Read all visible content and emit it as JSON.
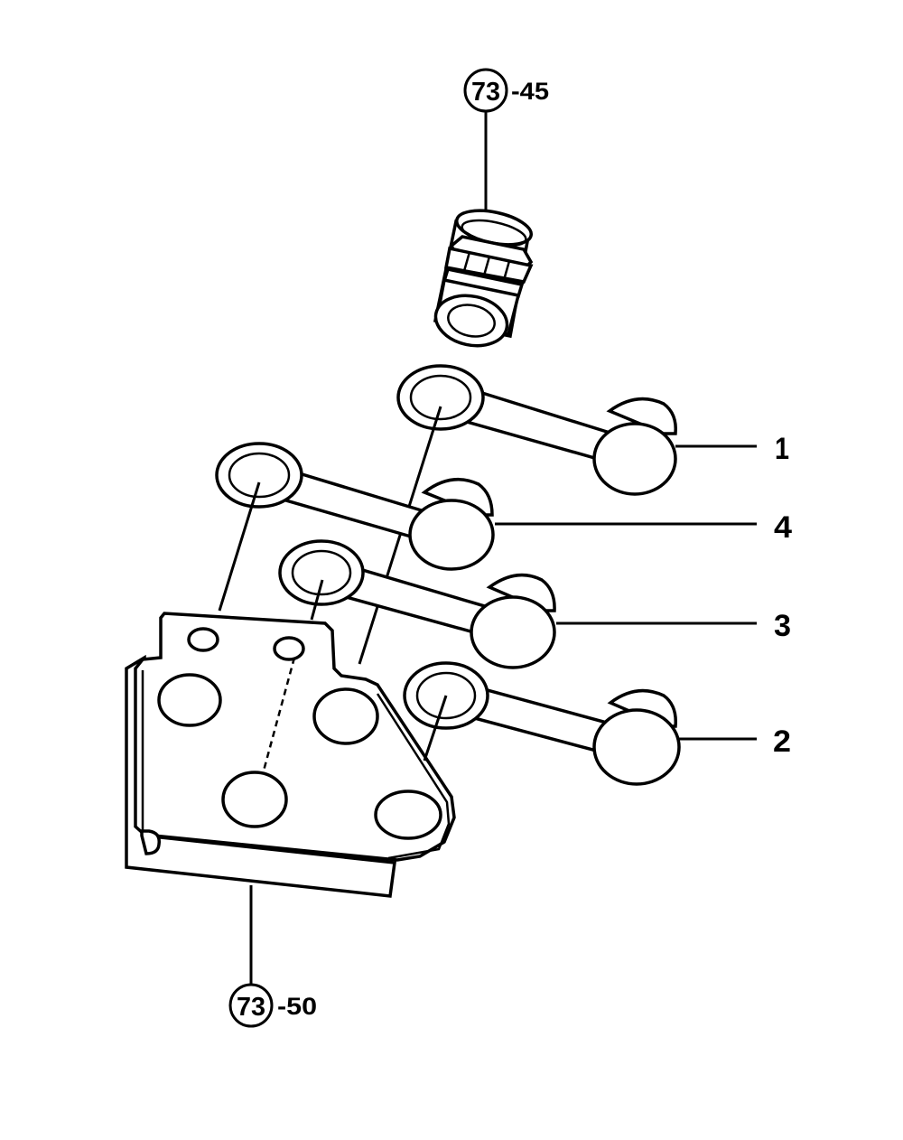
{
  "references": {
    "top": {
      "circle_number": "73",
      "suffix": "-45"
    },
    "bottom": {
      "circle_number": "73",
      "suffix": "-50"
    }
  },
  "callouts": [
    {
      "id": "cap-1",
      "label": "1"
    },
    {
      "id": "cap-4",
      "label": "4"
    },
    {
      "id": "cap-3",
      "label": "3"
    },
    {
      "id": "cap-2",
      "label": "2"
    }
  ]
}
